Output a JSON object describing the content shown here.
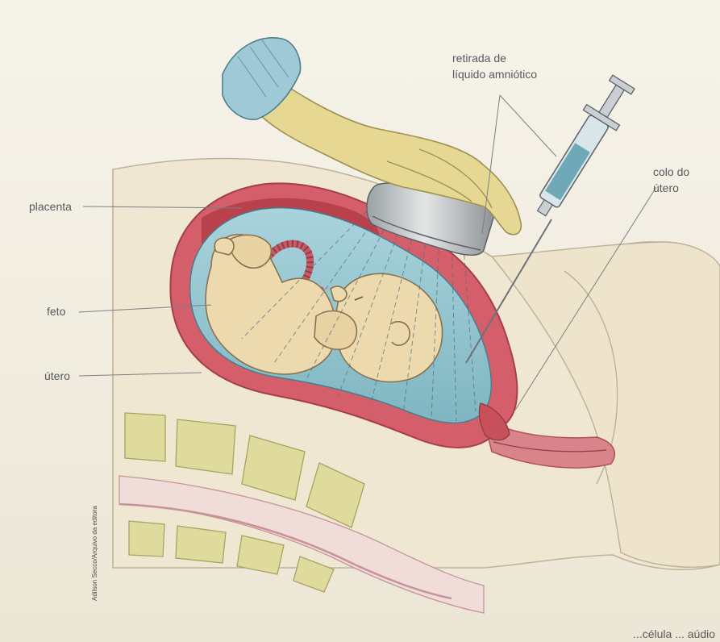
{
  "labels": {
    "placenta": "placenta",
    "feto": "feto",
    "utero": "útero",
    "retirada_line1": "retirada de",
    "retirada_line2": "líquido amniótico",
    "colo_line1": "colo do",
    "colo_line2": "útero"
  },
  "credit": "Adilson Secco/Arquivo da editora",
  "bottom_fragment": "...célula ... aúdio",
  "colors": {
    "background": "#f1ede2",
    "uterus_wall": "#c8505a",
    "amniotic_fluid": "#9ccad4",
    "fetus": "#ecd9ad",
    "glove": "#e6d793",
    "sleeve": "#9fc9d6",
    "vertebra": "#dfdb9d",
    "body_skin": "#efe7d3"
  }
}
